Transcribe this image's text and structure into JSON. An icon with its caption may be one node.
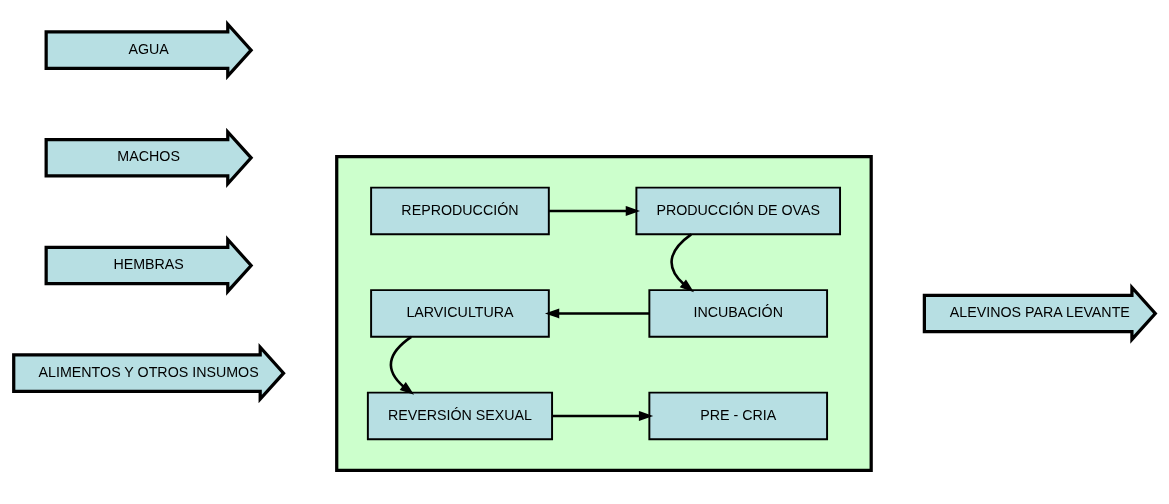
{
  "diagram": {
    "nodes": [
      {
        "text": [
          "AGUA"
        ]
      },
      {
        "text": [
          "MACHOS"
        ]
      },
      {
        "text": [
          "HEMBRAS"
        ]
      },
      {
        "text": [
          "ALIMENTOS Y OTROS INSUMOS"
        ]
      },
      {
        "text": [],
        "shape": "box"
      },
      {
        "text": [
          "REPRODUCCIÓN"
        ],
        "in": 4
      },
      {
        "text": [
          "PRODUCCIÓN DE OVAS"
        ],
        "in": 4
      },
      {
        "text": [
          "LARVICULTURA"
        ],
        "in": 4
      },
      {
        "text": [
          "INCUBACIÓN"
        ],
        "in": 4
      },
      {
        "text": [
          "REVERSIÓN SEXUAL"
        ],
        "in": 4
      },
      {
        "text": [
          "PRE - CRIA"
        ],
        "in": 4
      },
      {
        "text": [
          "ALEVINOS PARA LEVANTE"
        ]
      }
    ],
    "edges": [
      {
        "from": 5,
        "to": 6,
        "arrow": "to"
      },
      {
        "from": 6,
        "to": 8,
        "arrow": "to"
      },
      {
        "from": 8,
        "to": 7,
        "arrow": "to"
      },
      {
        "from": 7,
        "to": 9,
        "arrow": "to"
      },
      {
        "from": 9,
        "to": 10,
        "arrow": "to"
      }
    ]
  }
}
